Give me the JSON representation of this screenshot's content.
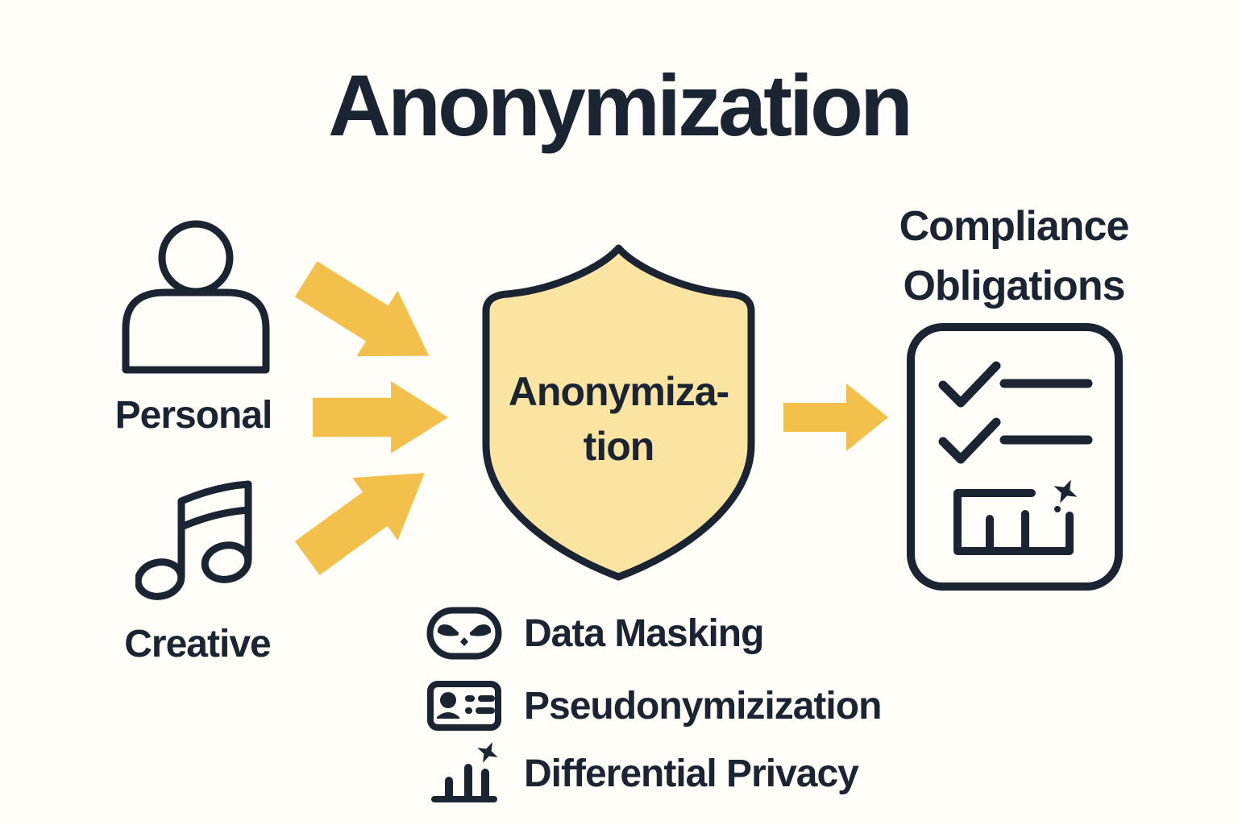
{
  "title": "Anonymization",
  "colors": {
    "ink": "#1B2432",
    "shield_fill": "#FBE3A1",
    "arrow": "#F3C14B",
    "background": "#FFFEF8"
  },
  "inputs": [
    {
      "label": "Personal",
      "icon": "person-icon"
    },
    {
      "label": "Creative",
      "icon": "music-note-icon"
    }
  ],
  "process": {
    "icon": "shield-icon",
    "line1": "Anonymiza-",
    "line2": "tion"
  },
  "arrows": [
    "personal-to-shield-arrow",
    "middle-to-shield-arrow",
    "creative-to-shield-arrow",
    "shield-to-compliance-arrow"
  ],
  "output": {
    "icon": "checklist-document-icon",
    "line1": "Compliance",
    "line2": "Obligations"
  },
  "techniques": [
    {
      "label": "Data Masking",
      "icon": "mask-icon"
    },
    {
      "label": "Pseudonymizization",
      "icon": "id-card-icon"
    },
    {
      "label": "Differential Privacy",
      "icon": "bar-chart-sparkle-icon"
    }
  ]
}
